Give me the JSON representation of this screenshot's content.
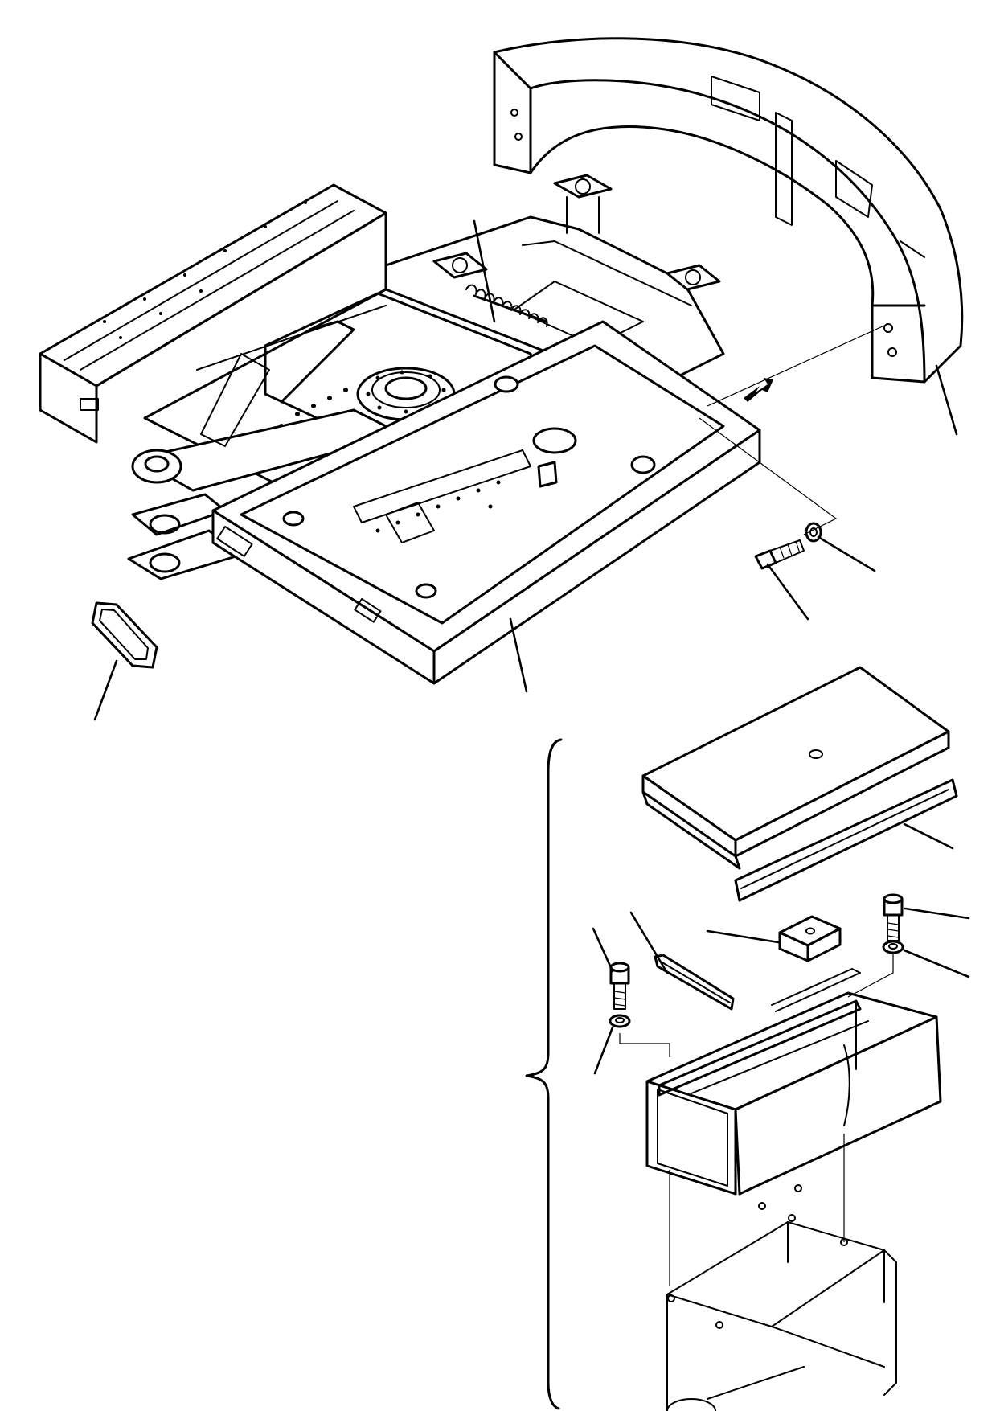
{
  "figure": {
    "background": "#ffffff",
    "line_color": "#000000",
    "parts": [
      "counterweight",
      "revolving-frame",
      "spring",
      "bolt",
      "washer",
      "grommet",
      "battery-box-cover",
      "battery-box",
      "rubber-strip",
      "clamp-block"
    ]
  }
}
